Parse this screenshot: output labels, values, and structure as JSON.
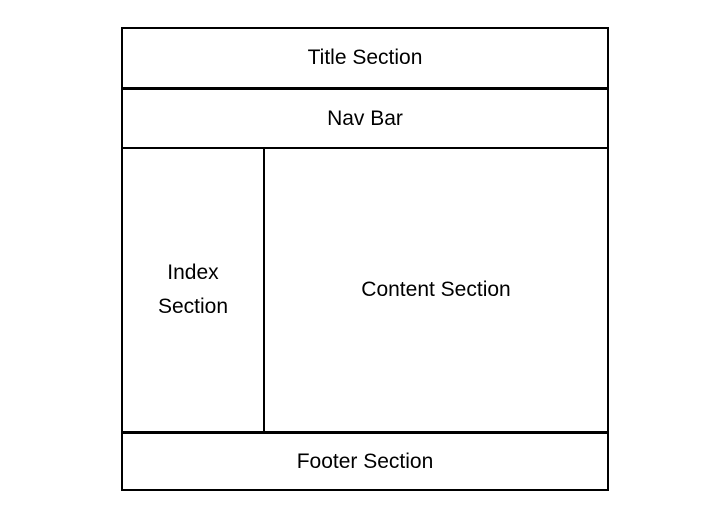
{
  "diagram": {
    "sections": {
      "title": {
        "label": "Title Section"
      },
      "nav": {
        "label": "Nav Bar"
      },
      "index": {
        "label_line1": "Index",
        "label_line2": "Section"
      },
      "content": {
        "label": "Content Section"
      },
      "footer": {
        "label": "Footer Section"
      }
    },
    "colors": {
      "border": "#000000",
      "text": "#000000",
      "background": "#ffffff"
    }
  }
}
